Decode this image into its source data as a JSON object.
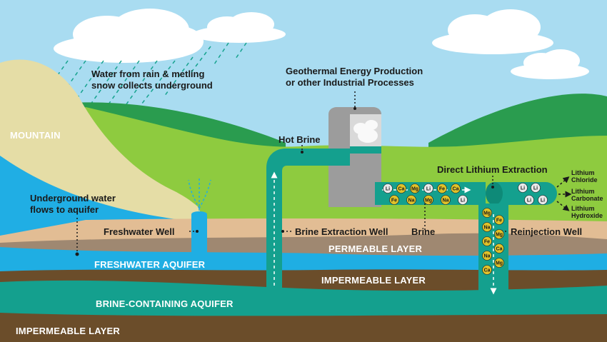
{
  "labels": {
    "rain": "Water from rain & metling\nsnow collects underground",
    "geothermal": "Geothermal Energy Production\nor other Industrial Processes",
    "mountain": "MOUNTAIN",
    "hot_brine": "Hot Brine",
    "dle": "Direct Lithium Extraction",
    "underground_water": "Underground water\nflows to aquifer",
    "freshwater_well": "Freshwater Well",
    "brine_extraction_well": "Brine Extraction Well",
    "brine": "Brine",
    "reinjection_well": "Reinjection Well",
    "permeable_layer": "PERMEABLE LAYER",
    "freshwater_aquifer": "FRESHWATER AQUIFER",
    "impermeable_layer_mid": "IMPERMEABLE LAYER",
    "brine_aquifer": "BRINE-CONTAINING AQUIFER",
    "impermeable_layer_bottom": "IMPERMEABLE LAYER"
  },
  "products": [
    "Lithium\nChloride",
    "Lithium\nCarbonate",
    "Lithium\nHydroxide"
  ],
  "ions": {
    "pipe_top": [
      "Li",
      "Ca",
      "Mg",
      "Li",
      "Fe",
      "Ca"
    ],
    "pipe_bottom": [
      "Fe",
      "Na",
      "Mg",
      "Na",
      "Li"
    ],
    "extracted": [
      "Li",
      "Li",
      "Li",
      "Li"
    ],
    "reinjection": [
      "Mg",
      "Fe",
      "Na",
      "Mg",
      "Fe",
      "Ca",
      "Na",
      "Mg",
      "Ca"
    ]
  },
  "colors": {
    "sky": "#a9dcf1",
    "pipe": "#14a08e",
    "li_ion": "#e9e9e9",
    "other_ion": "#e0c22a"
  }
}
